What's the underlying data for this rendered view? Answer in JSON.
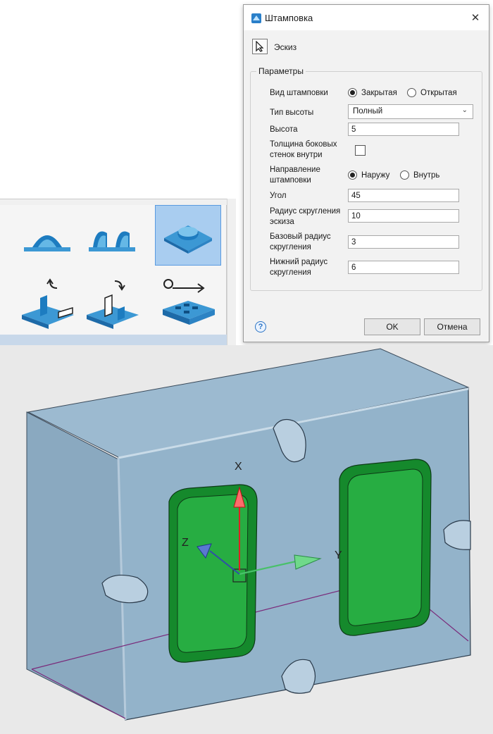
{
  "dialog": {
    "title": "Штамповка",
    "sketch_label": "Эскиз",
    "params_legend": "Параметры",
    "stamp_type": {
      "label": "Вид штамповки",
      "options": [
        "Закрытая",
        "Открытая"
      ],
      "selected": "Закрытая"
    },
    "height_type": {
      "label": "Тип высоты",
      "value": "Полный"
    },
    "height": {
      "label": "Высота",
      "value": "5"
    },
    "side_wall": {
      "label_line1": "Толщина боковых",
      "label_line2": "стенок внутри",
      "checked": false
    },
    "direction": {
      "label_line1": "Направление",
      "label_line2": "штамповки",
      "options": [
        "Наружу",
        "Внутрь"
      ],
      "selected": "Наружу"
    },
    "angle": {
      "label": "Угол",
      "value": "45"
    },
    "sketch_radius": {
      "label_line1": "Радиус скругления",
      "label_line2": "эскиза",
      "value": "10"
    },
    "base_radius": {
      "label_line1": "Базовый радиус",
      "label_line2": "скругления",
      "value": "3"
    },
    "bottom_radius": {
      "label_line1": "Нижний радиус",
      "label_line2": "скругления",
      "value": "6"
    },
    "help": "?",
    "ok_label": "OK",
    "cancel_label": "Отмена",
    "close_glyph": "✕"
  },
  "toolbar": {
    "tools": [
      {
        "icon": "bead-icon"
      },
      {
        "icon": "louver-icon"
      },
      {
        "icon": "stamp-icon",
        "active": true
      },
      {
        "icon": "flange-up-icon"
      },
      {
        "icon": "flange-down-icon"
      },
      {
        "icon": "lanced-form-icon"
      }
    ]
  },
  "viewport": {
    "axes": {
      "x": "X",
      "y": "Y",
      "z": "Z"
    },
    "colors": {
      "part": "#8fb0c8",
      "stamp": "#1fa33a",
      "axis_x": "#e02020",
      "axis_y": "#49c06a",
      "axis_z": "#2f4fa8",
      "sketch_line": "#7a2a7a"
    }
  }
}
